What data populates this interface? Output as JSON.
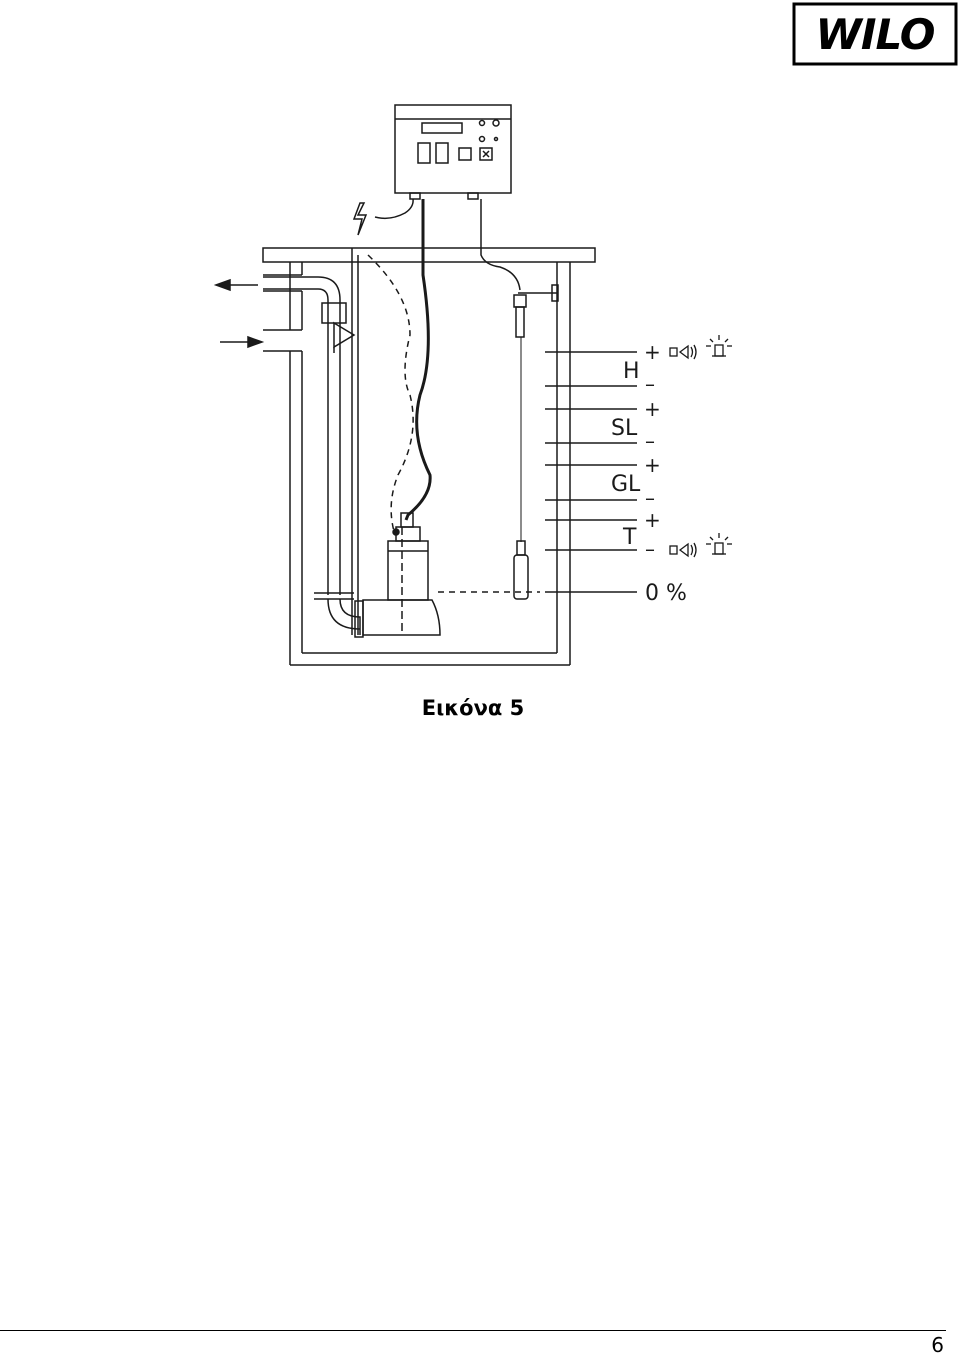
{
  "brand": {
    "logo_text": "WILO"
  },
  "diagram": {
    "levels": [
      {
        "label": "H",
        "plus": "+",
        "minus": "–"
      },
      {
        "label": "SL",
        "plus": "+",
        "minus": "–"
      },
      {
        "label": "GL",
        "plus": "+",
        "minus": "–"
      },
      {
        "label": "T",
        "plus": "+",
        "minus": "–"
      }
    ],
    "zero_label": "0 %",
    "icons": [
      "lightning-icon",
      "horn-icon",
      "warning-light-icon"
    ]
  },
  "caption": "Εικόνα 5",
  "page_number": "6",
  "colors": {
    "line": "#1a1a1a",
    "background": "#ffffff"
  }
}
